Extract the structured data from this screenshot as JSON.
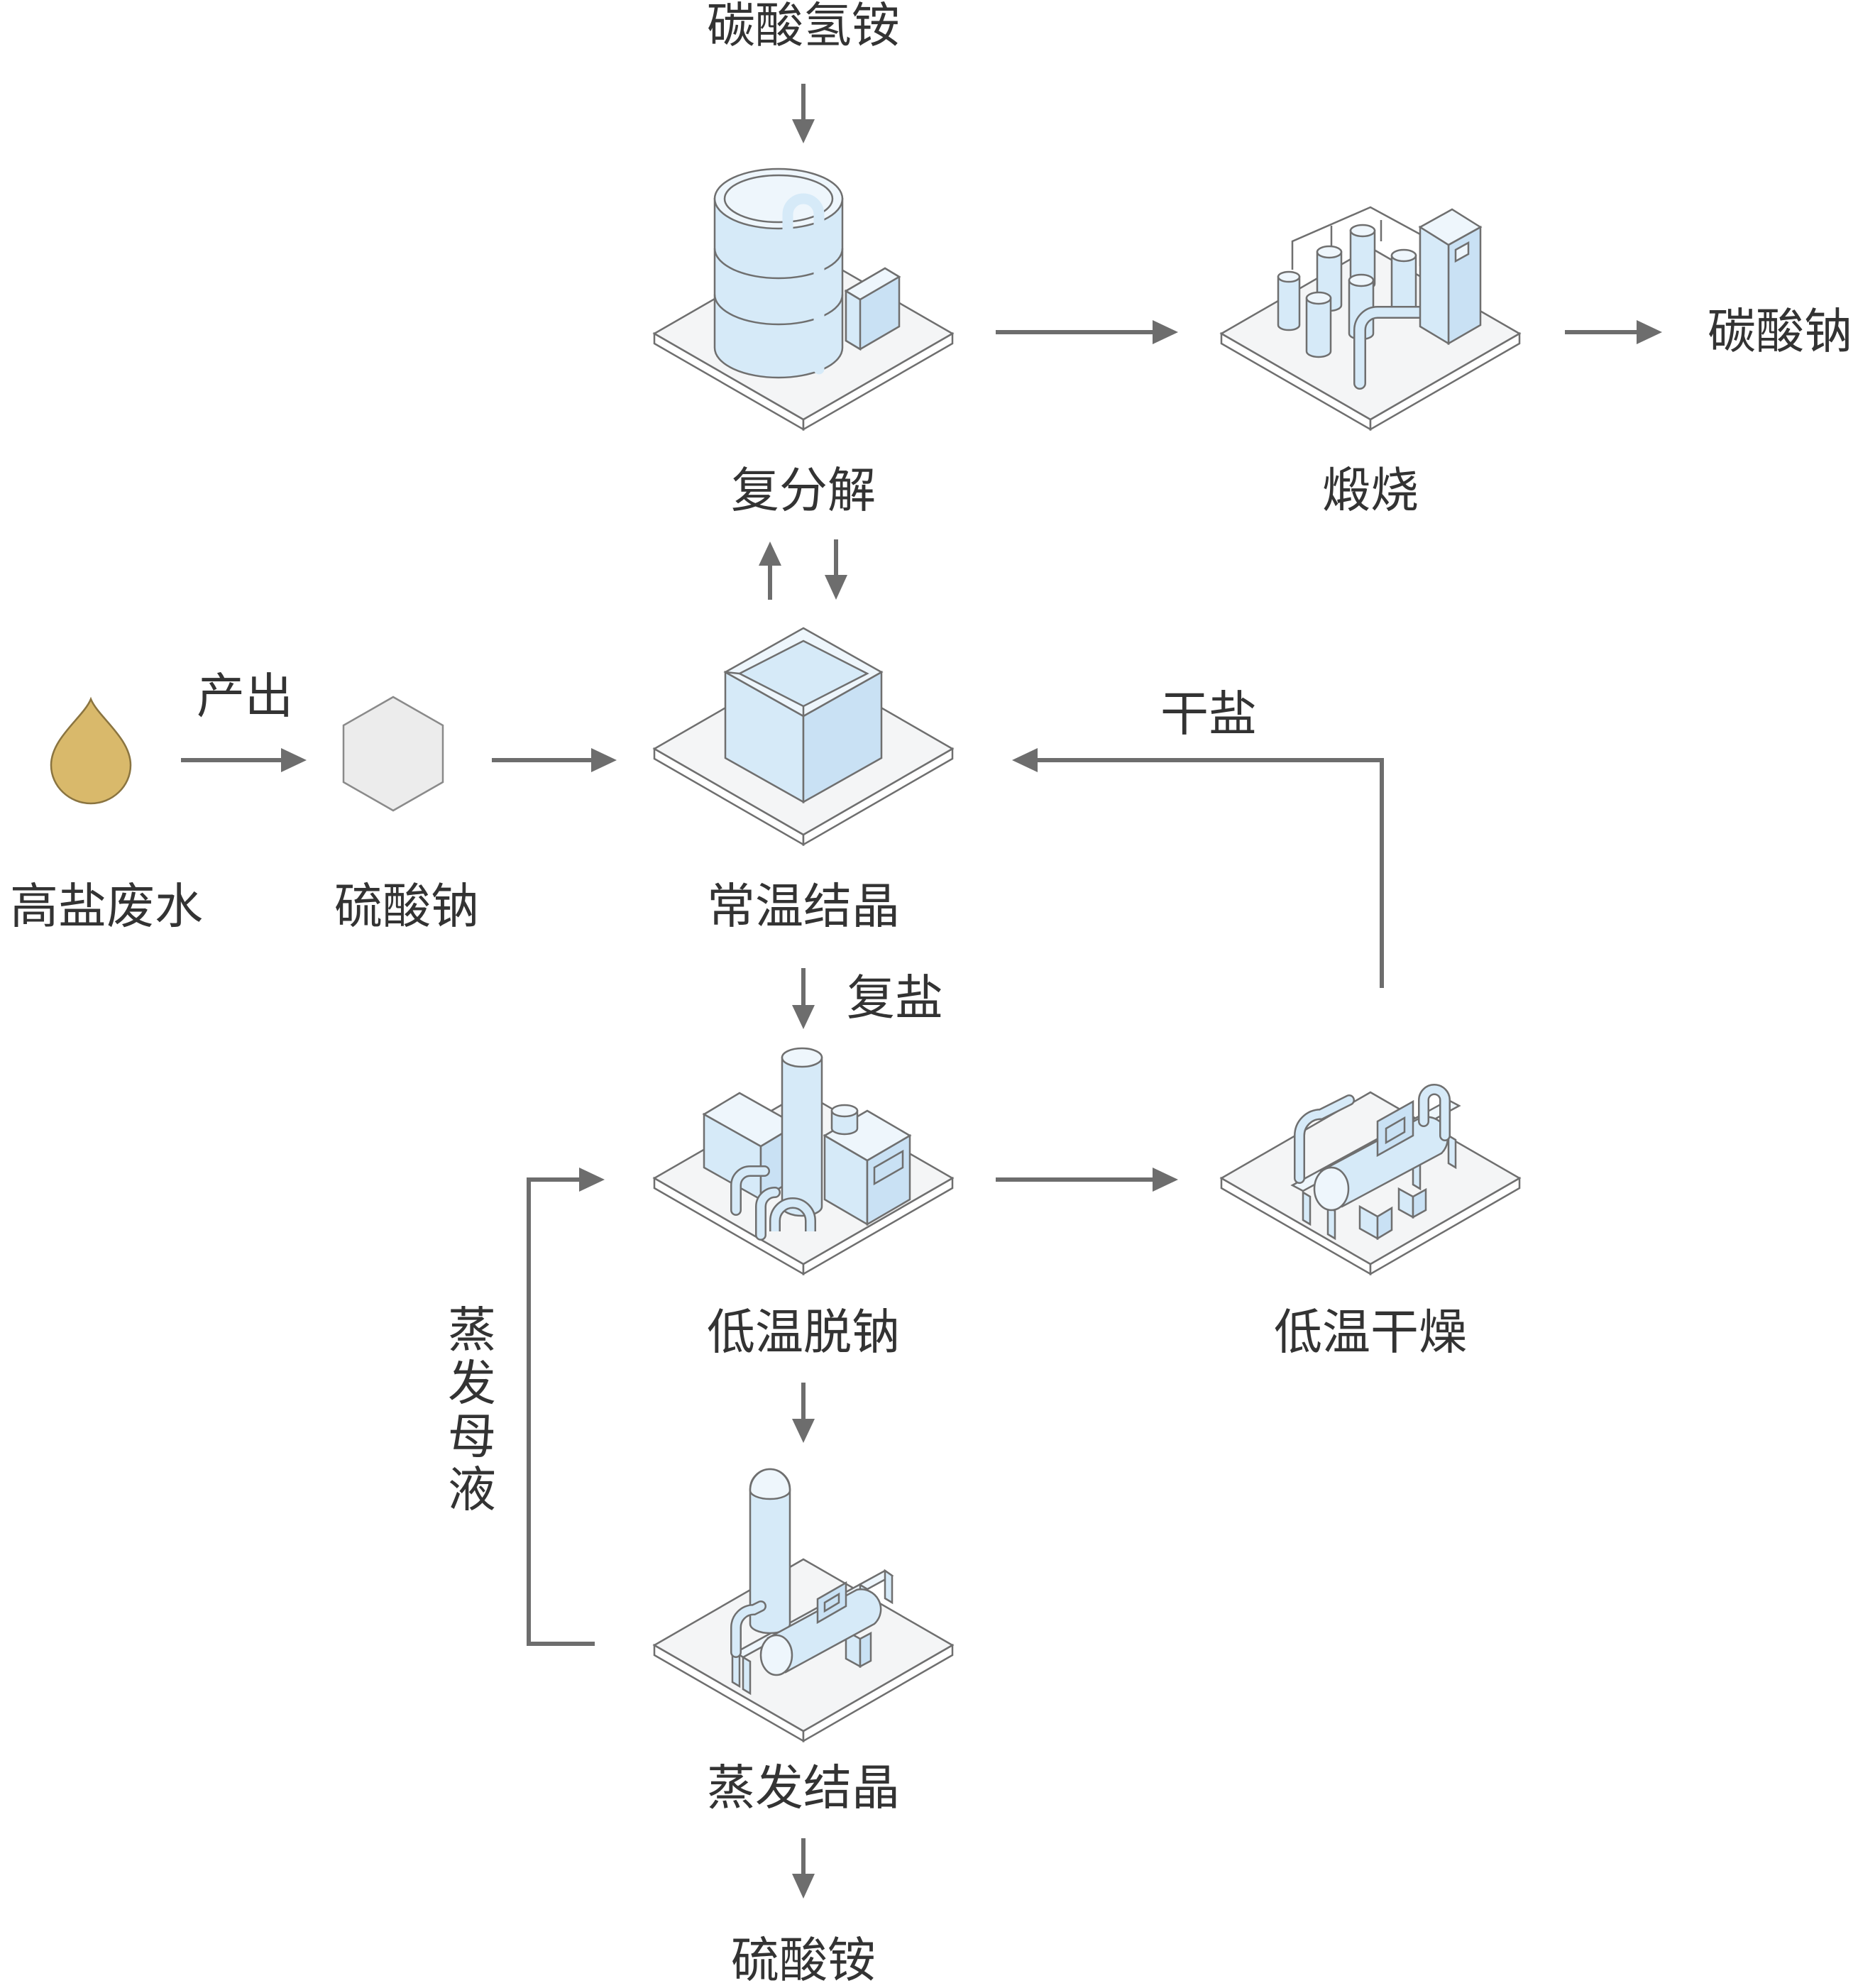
{
  "title": "",
  "colors": {
    "equipment_fill": "#d6eaf8",
    "arrow": "#6d6d6d",
    "wastewater_drop": "#d9b96b",
    "salt_hexagon": "#ececec",
    "text": "#333333"
  },
  "nodes": {
    "ammonium_bicarbonate": "碳酸氢铵",
    "metathesis": "复分解",
    "calcination": "煅烧",
    "sodium_carbonate_out": "碳酸钠",
    "high_salt_wastewater": "高盐废水",
    "sodium_sulfate": "硫酸钠",
    "room_temp_crystallization": "常温结晶",
    "low_temp_desodium": "低温脱钠",
    "low_temp_drying": "低温干燥",
    "evaporative_crystallization": "蒸发结晶",
    "ammonium_sulfate": "硫酸铵"
  },
  "edge_labels": {
    "output": "产出",
    "dry_salt": "干盐",
    "double_salt": "复盐",
    "evaporation_mother_liquor": [
      "蒸",
      "发",
      "母",
      "液"
    ]
  },
  "icons": {
    "drop": "wastewater-drop-icon",
    "hexagon": "sodium-sulfate-crystal-icon",
    "metathesis": "reaction-tank-icon",
    "calcination": "calcination-unit-icon",
    "crystallizer": "crystallizer-tank-icon",
    "desodium": "desodium-unit-icon",
    "dryer": "dryer-unit-icon",
    "evaporator": "evaporator-unit-icon"
  }
}
